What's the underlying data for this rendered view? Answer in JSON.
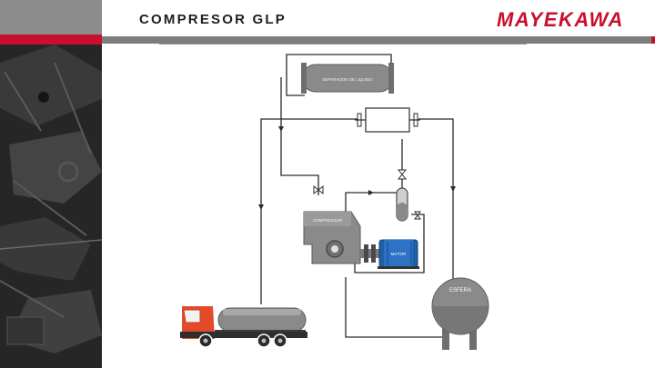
{
  "header": {
    "title": "COMPRESOR GLP",
    "logo_text": "MAYEKAWA"
  },
  "diagram": {
    "separator_label": "SEPARADOR DE LIQUIDO",
    "compressor_label": "COMPRESSOR",
    "motor_label": "MOTOR",
    "sphere_label": "ESFERA"
  },
  "colors": {
    "brand_red": "#c8102e",
    "header_gray": "#7d7d7d",
    "motor_blue": "#1f5fa8",
    "truck_red": "#e14b2a",
    "equipment_gray": "#8a8a8a"
  }
}
